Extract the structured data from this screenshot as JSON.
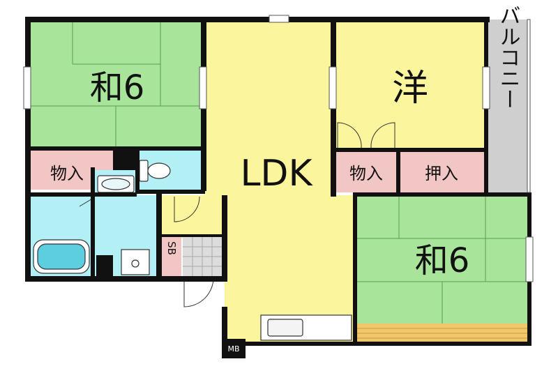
{
  "rooms": {
    "washitsu_nw": "和6",
    "yoshitsu": "洋",
    "ldk": "LDK",
    "washitsu_se": "和6",
    "balcony": "バルコニー",
    "closet_w": "物入",
    "closet_e": "物入",
    "oshiire": "押入",
    "shoe_box": "SB",
    "meter_box": "MB"
  },
  "colors": {
    "tatami": "#a8e59b",
    "western": "#fbf59d",
    "wet_area": "#b3f0f5",
    "storage": "#f3c6c6",
    "balcony": "#cfcfcf",
    "wood_floor": "#f1c66b",
    "wall": "#111111"
  }
}
